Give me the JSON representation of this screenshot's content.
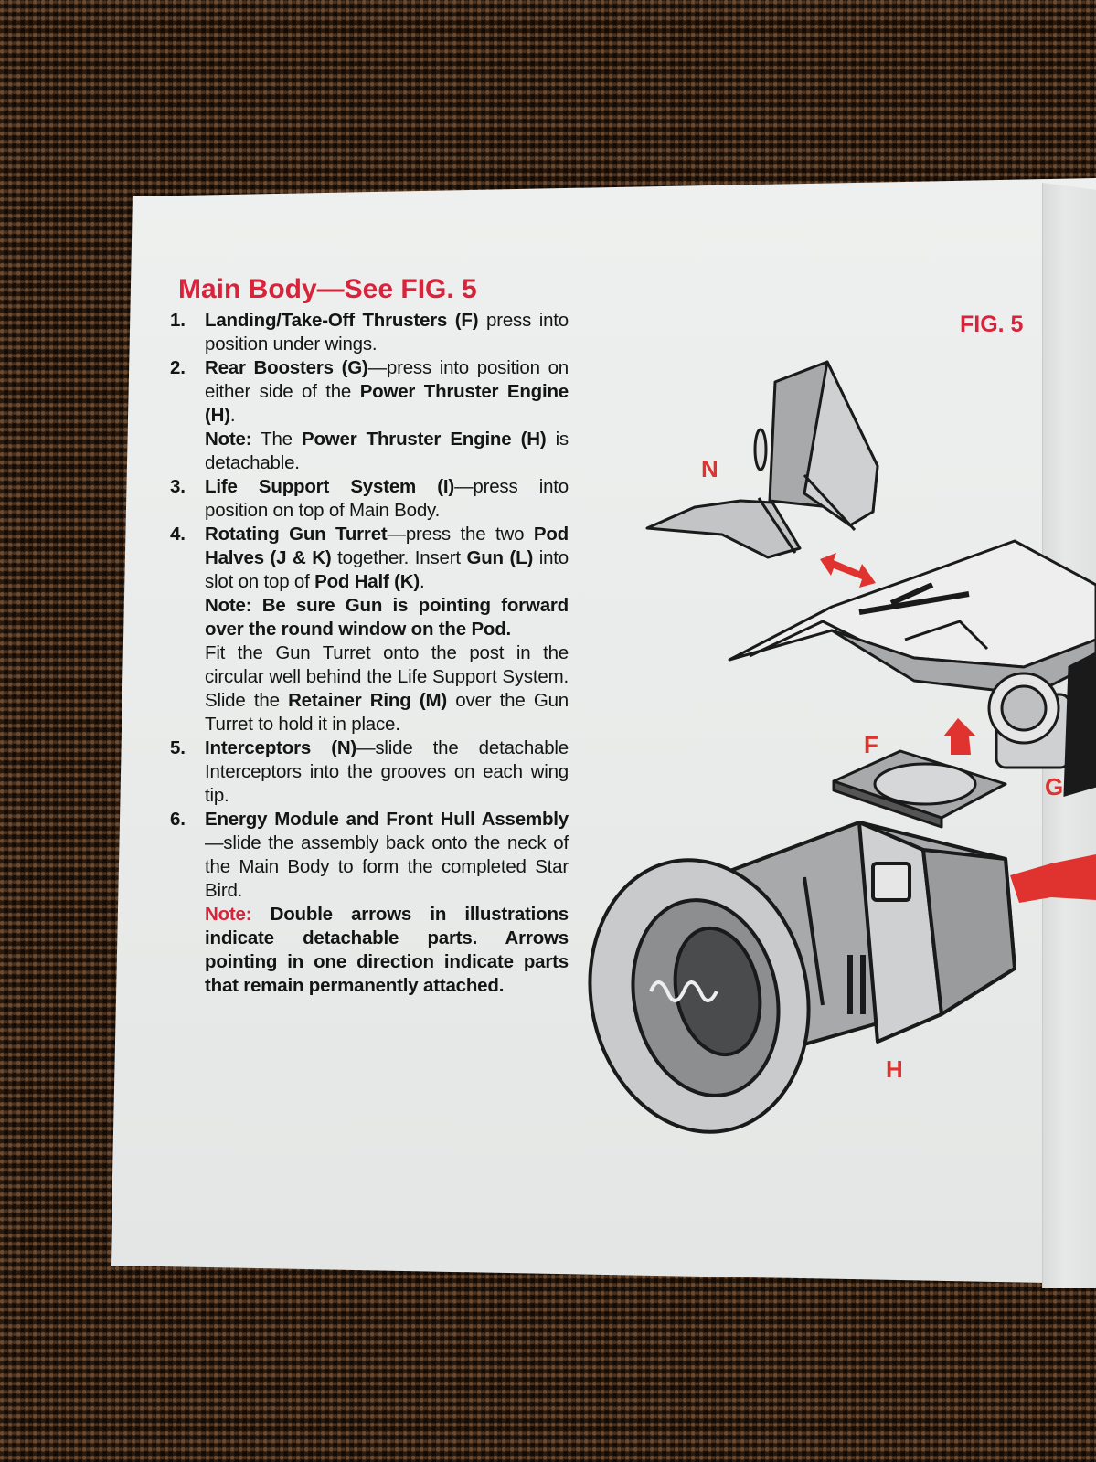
{
  "section": {
    "heading": "Main Body—See FIG. 5",
    "fig_label": "FIG. 5"
  },
  "steps": [
    {
      "num": "1.",
      "parts": [
        {
          "bold": true,
          "text": "Landing/Take-Off Thrusters (F)"
        },
        {
          "bold": false,
          "text": " press into position under wings."
        }
      ]
    },
    {
      "num": "2.",
      "parts": [
        {
          "bold": true,
          "text": "Rear Boosters (G)"
        },
        {
          "bold": false,
          "text": "—press into position on either side of the "
        },
        {
          "bold": true,
          "text": "Power Thruster Engine (H)"
        },
        {
          "bold": false,
          "text": "."
        }
      ],
      "note": [
        {
          "bold": true,
          "text": "Note:"
        },
        {
          "bold": false,
          "text": " The "
        },
        {
          "bold": true,
          "text": "Power Thruster Engine (H)"
        },
        {
          "bold": false,
          "text": " is detachable."
        }
      ]
    },
    {
      "num": "3.",
      "parts": [
        {
          "bold": true,
          "text": "Life Support System (I)"
        },
        {
          "bold": false,
          "text": "—press into position on top of Main Body."
        }
      ]
    },
    {
      "num": "4.",
      "parts": [
        {
          "bold": true,
          "text": "Rotating Gun Turret"
        },
        {
          "bold": false,
          "text": "—press the two "
        },
        {
          "bold": true,
          "text": "Pod Halves (J & K)"
        },
        {
          "bold": false,
          "text": " together. Insert "
        },
        {
          "bold": true,
          "text": "Gun (L)"
        },
        {
          "bold": false,
          "text": " into slot on top of "
        },
        {
          "bold": true,
          "text": "Pod Half (K)"
        },
        {
          "bold": false,
          "text": "."
        }
      ],
      "note": [
        {
          "bold": true,
          "text": "Note:"
        },
        {
          "bold": true,
          "text": " Be sure Gun is pointing forward over the round window on the Pod."
        }
      ],
      "extra": [
        {
          "bold": false,
          "text": "Fit the Gun Turret onto the post in the circular well behind the Life Support System. Slide the "
        },
        {
          "bold": true,
          "text": "Retainer Ring (M)"
        },
        {
          "bold": false,
          "text": " over the Gun Turret to hold it in place."
        }
      ]
    },
    {
      "num": "5.",
      "parts": [
        {
          "bold": true,
          "text": "Interceptors (N)"
        },
        {
          "bold": false,
          "text": "—slide the detachable Interceptors into the grooves on each wing tip."
        }
      ]
    },
    {
      "num": "6.",
      "parts": [
        {
          "bold": true,
          "text": "Energy Module and Front Hull Assembly"
        },
        {
          "bold": false,
          "text": "—slide the assembly back onto the neck of the Main Body to form the completed Star Bird."
        }
      ],
      "note": [
        {
          "bold": true,
          "red": true,
          "text": "Note:"
        },
        {
          "bold": true,
          "text": " Double arrows in illustrations indicate detachable parts. Arrows pointing in one direction indicate parts that remain permanently attached."
        }
      ]
    }
  ],
  "figure": {
    "labels": {
      "n": "N",
      "f": "F",
      "g": "G",
      "h": "H"
    }
  },
  "colors": {
    "accent_red": "#d9233a",
    "paper": "#eceeed",
    "ink": "#141414"
  }
}
